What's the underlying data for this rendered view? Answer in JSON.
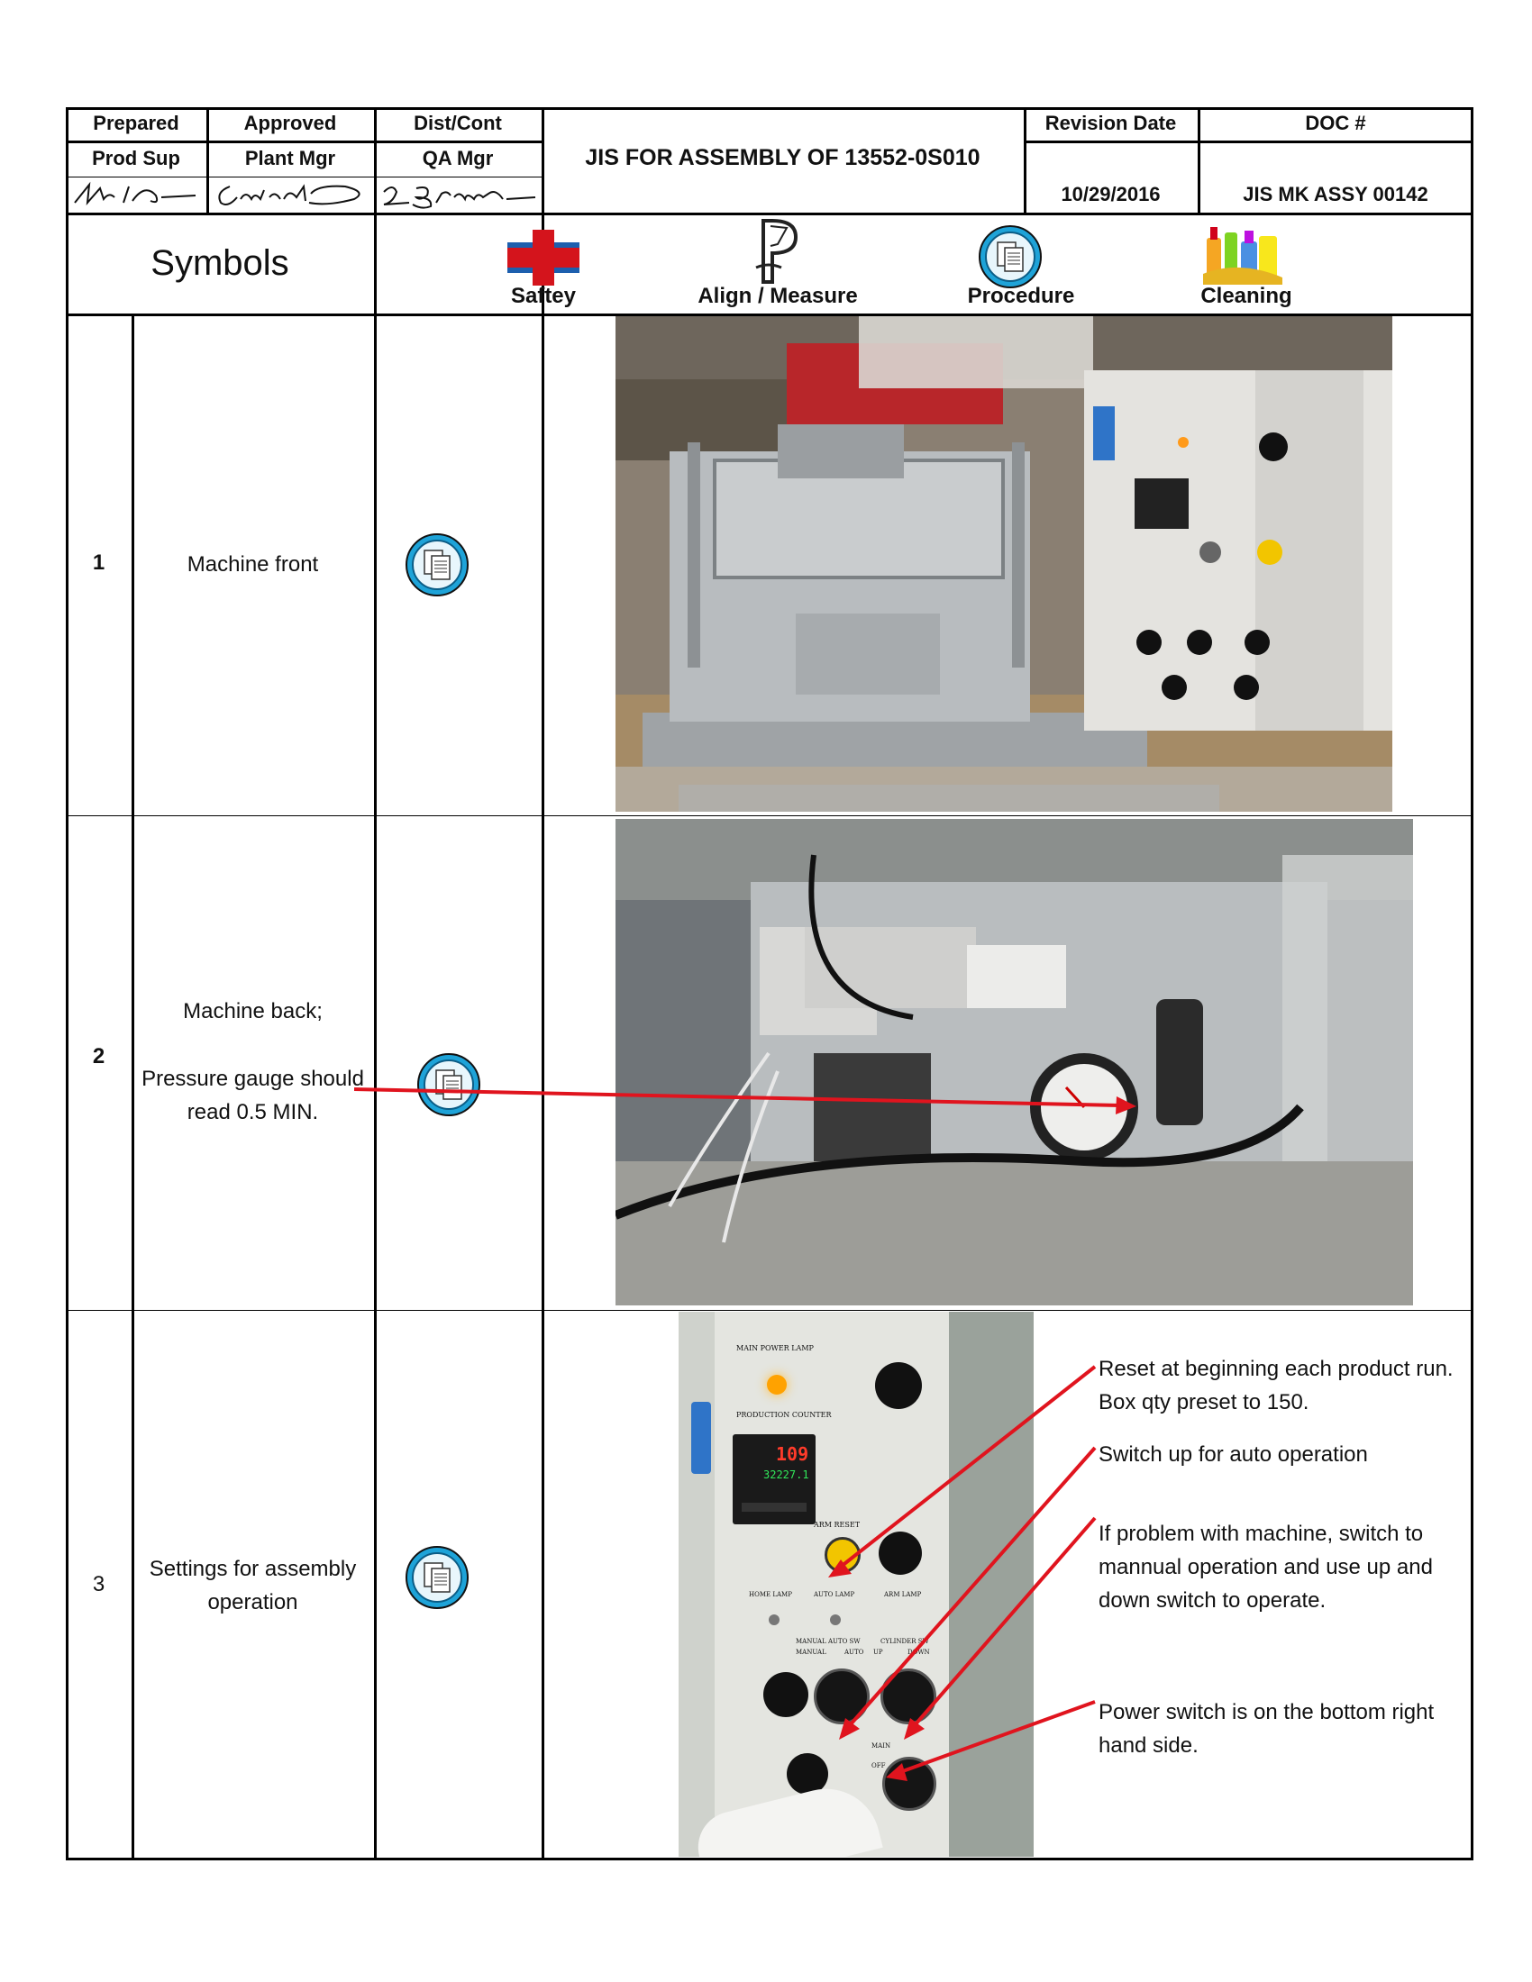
{
  "header": {
    "col1_label": "Prepared",
    "col2_label": "Approved",
    "col3_label": "Dist/Cont",
    "col1_role": "Prod Sup",
    "col2_role": "Plant Mgr",
    "col3_role": "QA Mgr",
    "title": "JIS FOR ASSEMBLY OF 13552-0S010",
    "revision_label": "Revision Date",
    "revision_date": "10/29/2016",
    "doc_label": "DOC #",
    "doc_number": "JIS MK ASSY 00142"
  },
  "symbols": {
    "heading": "Symbols",
    "items": [
      {
        "label": "Saftey",
        "icon": "red-cross-icon"
      },
      {
        "label": "Align / Measure",
        "icon": "caliper-icon"
      },
      {
        "label": "Procedure",
        "icon": "document-icon"
      },
      {
        "label": "Cleaning",
        "icon": "cleaning-supplies-icon"
      }
    ]
  },
  "steps": [
    {
      "number": "1",
      "description": "Machine front",
      "symbol": "document-icon"
    },
    {
      "number": "2",
      "description_line1": "Machine back;",
      "description_line2": "Pressure gauge should read 0.5 MIN.",
      "symbol": "document-icon"
    },
    {
      "number": "3",
      "description": "Settings for assembly operation",
      "symbol": "document-icon"
    }
  ],
  "step3_notes": [
    "Reset at beginning each product run.  Box qty preset to 150.",
    "Switch up for auto operation",
    "If problem with machine, switch to mannual operation and use up and down switch to operate.",
    "Power switch is on the bottom right hand side."
  ],
  "panel_labels": {
    "main_power_lamp": "MAIN POWER LAMP",
    "production_counter": "PRODUCTION COUNTER",
    "counter_top": "109",
    "counter_bottom": "32227.1",
    "arm_reset": "ARM RESET",
    "home_lamp": "HOME LAMP",
    "auto_lamp": "AUTO LAMP",
    "arm_lamp": "ARM LAMP",
    "manual_auto_sw": "MANUAL AUTO SW",
    "cylinder_sw": "CYLINDER SW",
    "manual": "MANUAL",
    "auto": "AUTO",
    "up": "UP",
    "down": "DOWN",
    "main": "MAIN",
    "off": "OFF"
  },
  "colors": {
    "arrow": "#e0141e",
    "safety_cross": "#d4141c",
    "procedure_icon": "#1ea3d8"
  }
}
